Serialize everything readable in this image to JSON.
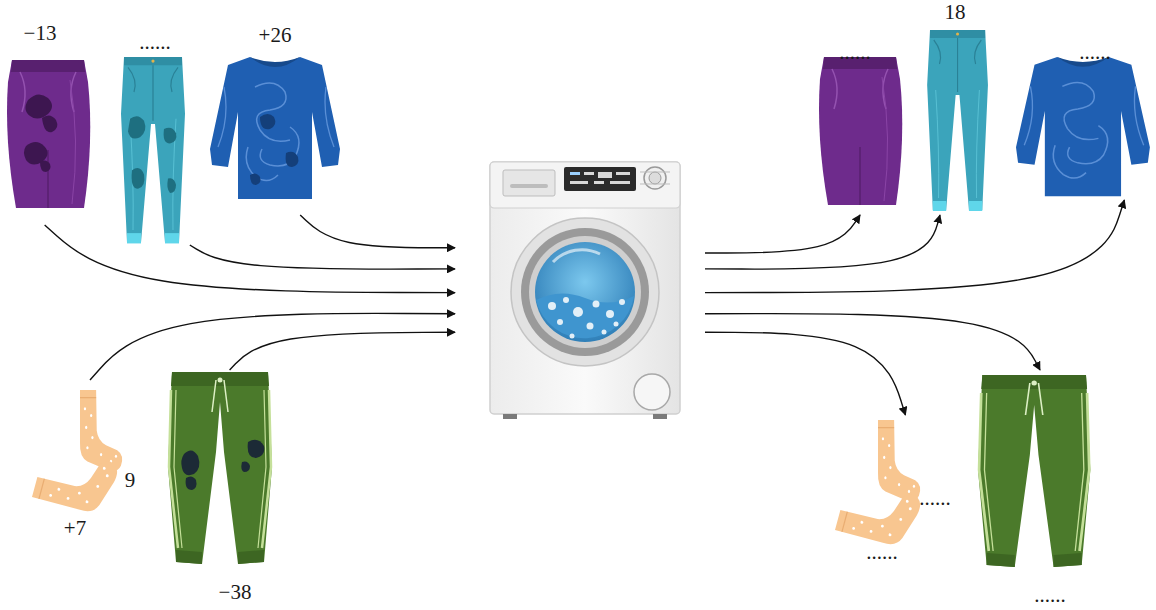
{
  "diagram": {
    "nodes": [
      {
        "text": [
          "−13"
        ]
      },
      {
        "text": [
          "......"
        ]
      },
      {
        "text": [
          "+26"
        ]
      },
      {
        "text": [
          "......"
        ]
      },
      {
        "text": [
          "18"
        ]
      },
      {
        "text": [
          "......"
        ]
      },
      {
        "text": []
      },
      {
        "text": [
          "9",
          "+7"
        ]
      },
      {
        "text": [
          "−38"
        ]
      },
      {
        "text": [
          "......",
          "......"
        ]
      },
      {
        "text": [
          "......"
        ]
      }
    ],
    "edges": [
      {
        "from": 0,
        "to": 6,
        "arrow": "to"
      },
      {
        "from": 1,
        "to": 6,
        "arrow": "to"
      },
      {
        "from": 2,
        "to": 6,
        "arrow": "to"
      },
      {
        "from": 7,
        "to": 6,
        "arrow": "to"
      },
      {
        "from": 8,
        "to": 6,
        "arrow": "to"
      },
      {
        "from": 6,
        "to": 3,
        "arrow": "to"
      },
      {
        "from": 6,
        "to": 4,
        "arrow": "to"
      },
      {
        "from": 6,
        "to": 5,
        "arrow": "to"
      },
      {
        "from": 6,
        "to": 10,
        "arrow": "to"
      },
      {
        "from": 6,
        "to": 9,
        "arrow": "to"
      }
    ]
  }
}
